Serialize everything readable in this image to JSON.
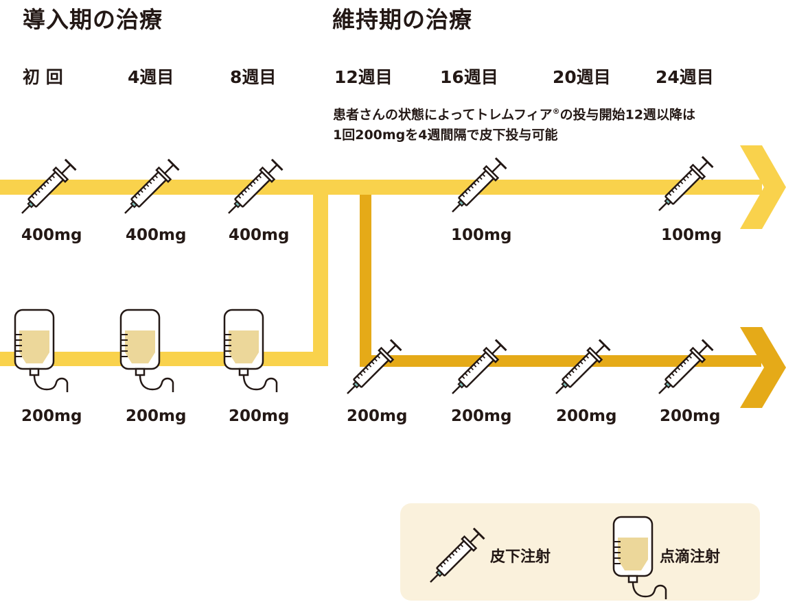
{
  "phases": {
    "induction": "導入期の治療",
    "maintenance": "維持期の治療"
  },
  "weeks": [
    "初 回",
    "4週目",
    "8週目",
    "12週目",
    "16週目",
    "20週目",
    "24週目"
  ],
  "note": {
    "line1_pre": "患者さんの状態によってトレムフィア",
    "registered_mark": "®",
    "line1_post": "の投与開始12週以降は",
    "line2": "1回200mgを4週間隔で皮下投与可能"
  },
  "doses": {
    "top_induction": [
      "400mg",
      "400mg",
      "400mg"
    ],
    "top_maintenance": [
      "100mg",
      "100mg"
    ],
    "bottom_induction": [
      "200mg",
      "200mg",
      "200mg"
    ],
    "bottom_maintenance": [
      "200mg",
      "200mg",
      "200mg",
      "200mg"
    ]
  },
  "legend": {
    "subcutaneous": "皮下注射",
    "iv_drip": "点滴注射"
  },
  "colors": {
    "light_yellow": "#f9d24c",
    "dark_yellow": "#e5aa18",
    "legend_bg": "#faf1dc",
    "fluid": "#ecd79a",
    "needle_teal": "#7fbfba",
    "stroke": "#231815"
  },
  "icons": [
    "syringe-icon",
    "iv-bag-icon"
  ]
}
